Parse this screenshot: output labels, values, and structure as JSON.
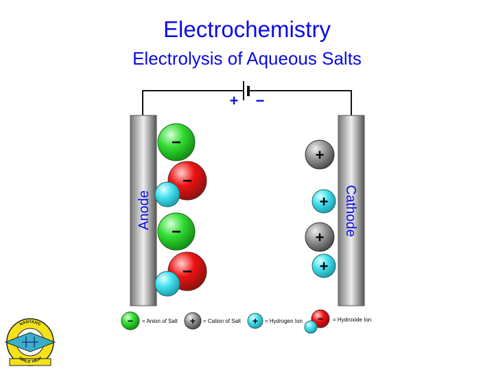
{
  "title": "Electrochemistry",
  "subtitle": "Electrolysis of Aqueous Salts",
  "battery": {
    "positive": "+",
    "negative": "−"
  },
  "electrodes": {
    "anode": "Anode",
    "cathode": "Cathode"
  },
  "ion_signs": {
    "plus": "+",
    "minus": "−"
  },
  "legend": {
    "anion": "= Anion of Salt",
    "cation": "= Cation of Salt",
    "hydrogen": "= Hydrogen Ion",
    "hydroxide": "= Hydroxide Ion"
  },
  "logo": {
    "text_top": "NANYANG",
    "text_bottom": "GIRLS' HIGH"
  },
  "colors": {
    "title": "#0a0ae6",
    "anion": "#33dd33",
    "cation": "#888888",
    "hydrogen": "#44e0ee",
    "hydroxide": "#ee1111"
  }
}
